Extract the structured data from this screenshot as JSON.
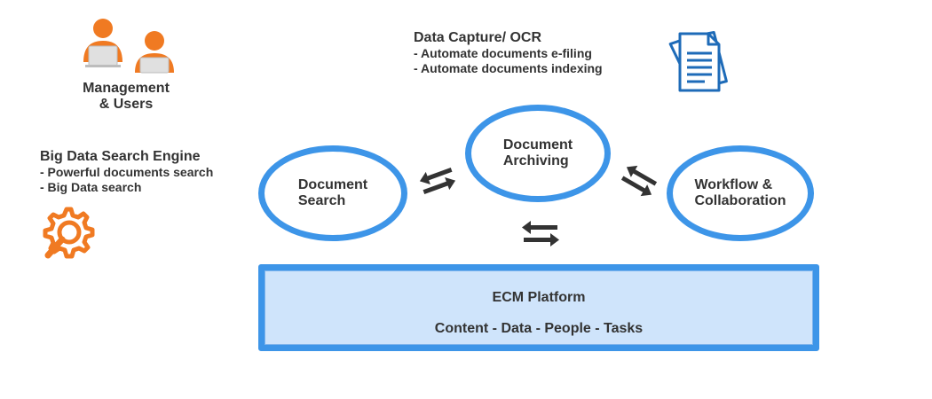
{
  "management": {
    "label_line1": "Management",
    "label_line2": "& Users"
  },
  "big_data": {
    "title": "Big Data Search Engine",
    "items": [
      "-  Powerful documents search",
      "-  Big Data search"
    ]
  },
  "data_capture": {
    "title": "Data Capture/ OCR",
    "items": [
      "-  Automate documents e-filing",
      "-  Automate documents indexing"
    ]
  },
  "nodes": {
    "search": {
      "line1": "Document",
      "line2": "Search"
    },
    "archiving": {
      "line1": "Document",
      "line2": "Archiving"
    },
    "workflow": {
      "line1": "Workflow &",
      "line2": "Collaboration"
    }
  },
  "platform": {
    "title": "ECM Platform",
    "subtitle": "Content - Data - People - Tasks"
  },
  "colors": {
    "accent_blue": "#3d95e8",
    "platform_fill": "#cfe4fb",
    "icon_orange": "#f07a22",
    "doc_blue": "#1e6bb8",
    "arrow_dark": "#333333",
    "text": "#333333"
  },
  "icons": [
    "users-icon",
    "search-gear-icon",
    "documents-icon",
    "exchange-arrows-icon"
  ]
}
